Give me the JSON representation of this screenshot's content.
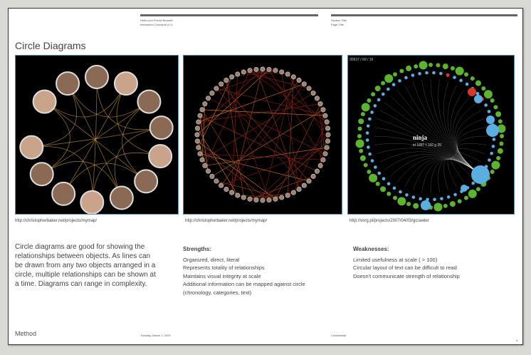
{
  "header": {
    "left_line1": "Hello.com Friend Browser",
    "left_line2": "Interaction Concepts v1.0",
    "right_line1": "Section Title",
    "right_line2": "Page Title"
  },
  "title": "Circle Diagrams",
  "images": [
    {
      "url": "http://christopherbaker.net/projects/mymap/"
    },
    {
      "url": "http://christopherbaker.net/projects/mymap/"
    },
    {
      "url": "http://vorg.pl/projects/2007/04/03/gcrawler",
      "top_label": "30937 / 69 / 16",
      "node_label": "ninja",
      "node_stats": "id 1887 f 192 g 25"
    }
  ],
  "intro": "Circle diagrams are good for showing the relationships between objects. As lines can be drawn from any two objects arranged in a circle, multiple relationships can be shown at a time. Diagrams can range in complexity.",
  "strengths": {
    "heading": "Strengths:",
    "items": [
      "Organized, direct, literal",
      "Represents totality of relationships",
      "Maintains visual integrity at scale",
      "Additional information can be mapped against circle (chronology, categories, text)"
    ]
  },
  "weaknesses": {
    "heading": "Weaknesses:",
    "items": [
      "Limited usefulness at scale ( > 100)",
      "Circular layout of text can be difficult to read",
      "Doesn't communicate strength of relationship"
    ]
  },
  "footer": {
    "section": "Method",
    "date": "Tuesday, March 3, 2009",
    "confidential": "Confidential",
    "page": "4"
  },
  "colors": {
    "green": "#5db32f",
    "blue": "#5aaee0",
    "red": "#d8382a",
    "lines": "#c0542a"
  }
}
